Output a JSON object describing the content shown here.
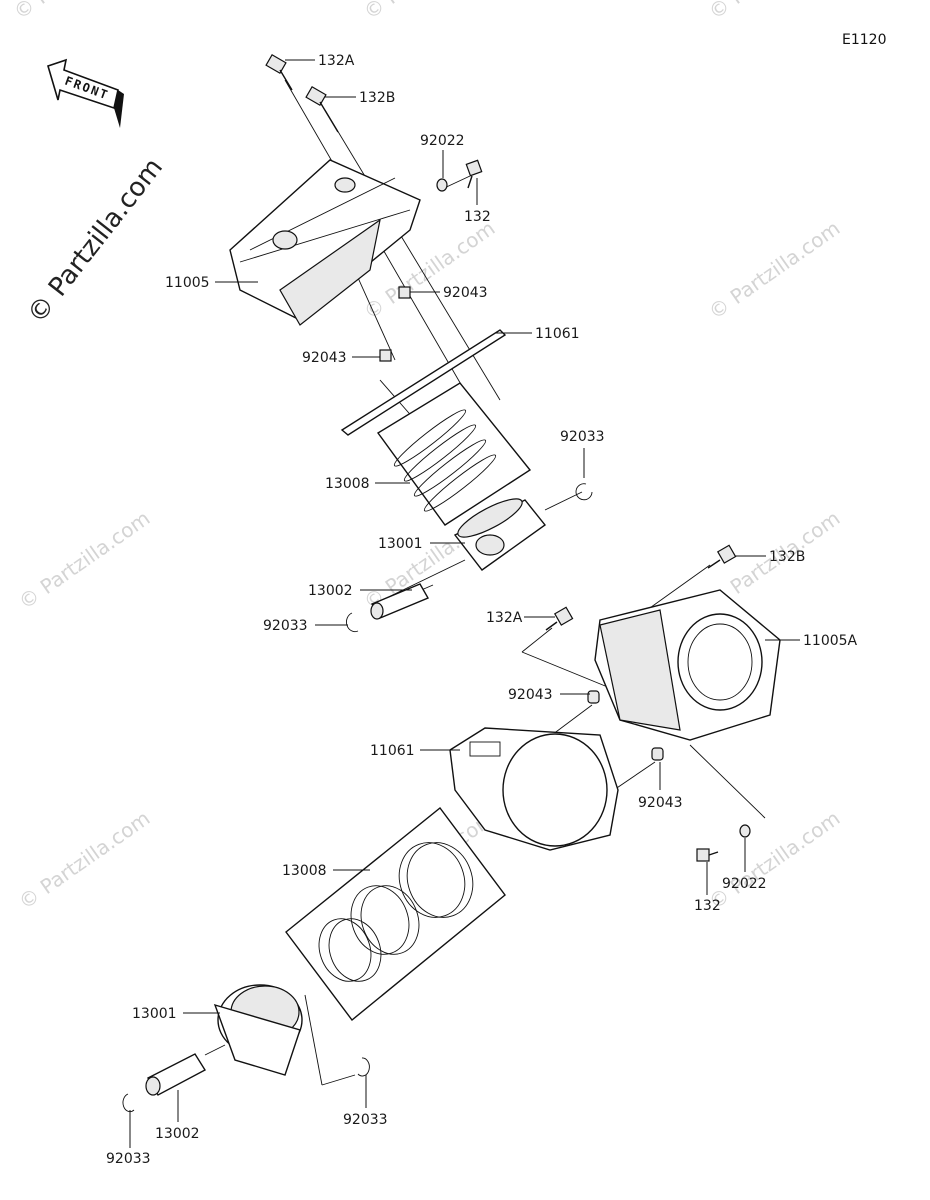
{
  "diagram_code": "E1120",
  "front_label": "FRONT",
  "watermark": "© Partzilla.com",
  "labels": {
    "p132A_top": "132A",
    "p132B_top": "132B",
    "p92022_top": "92022",
    "p132_top": "132",
    "p11005": "11005",
    "p92043_a": "92043",
    "p11061_top": "11061",
    "p92043_b": "92043",
    "p92033_a": "92033",
    "p13008_top": "13008",
    "p13001_top": "13001",
    "p13002_top": "13002",
    "p92033_b": "92033",
    "p132B_mid": "132B",
    "p132A_mid": "132A",
    "p11005A": "11005A",
    "p92043_c": "92043",
    "p11061_mid": "11061",
    "p92043_d": "92043",
    "p92022_bot": "92022",
    "p132_bot": "132",
    "p13008_bot": "13008",
    "p13001_bot": "13001",
    "p13002_bot": "13002",
    "p92033_c": "92033",
    "p92033_d": "92033"
  }
}
